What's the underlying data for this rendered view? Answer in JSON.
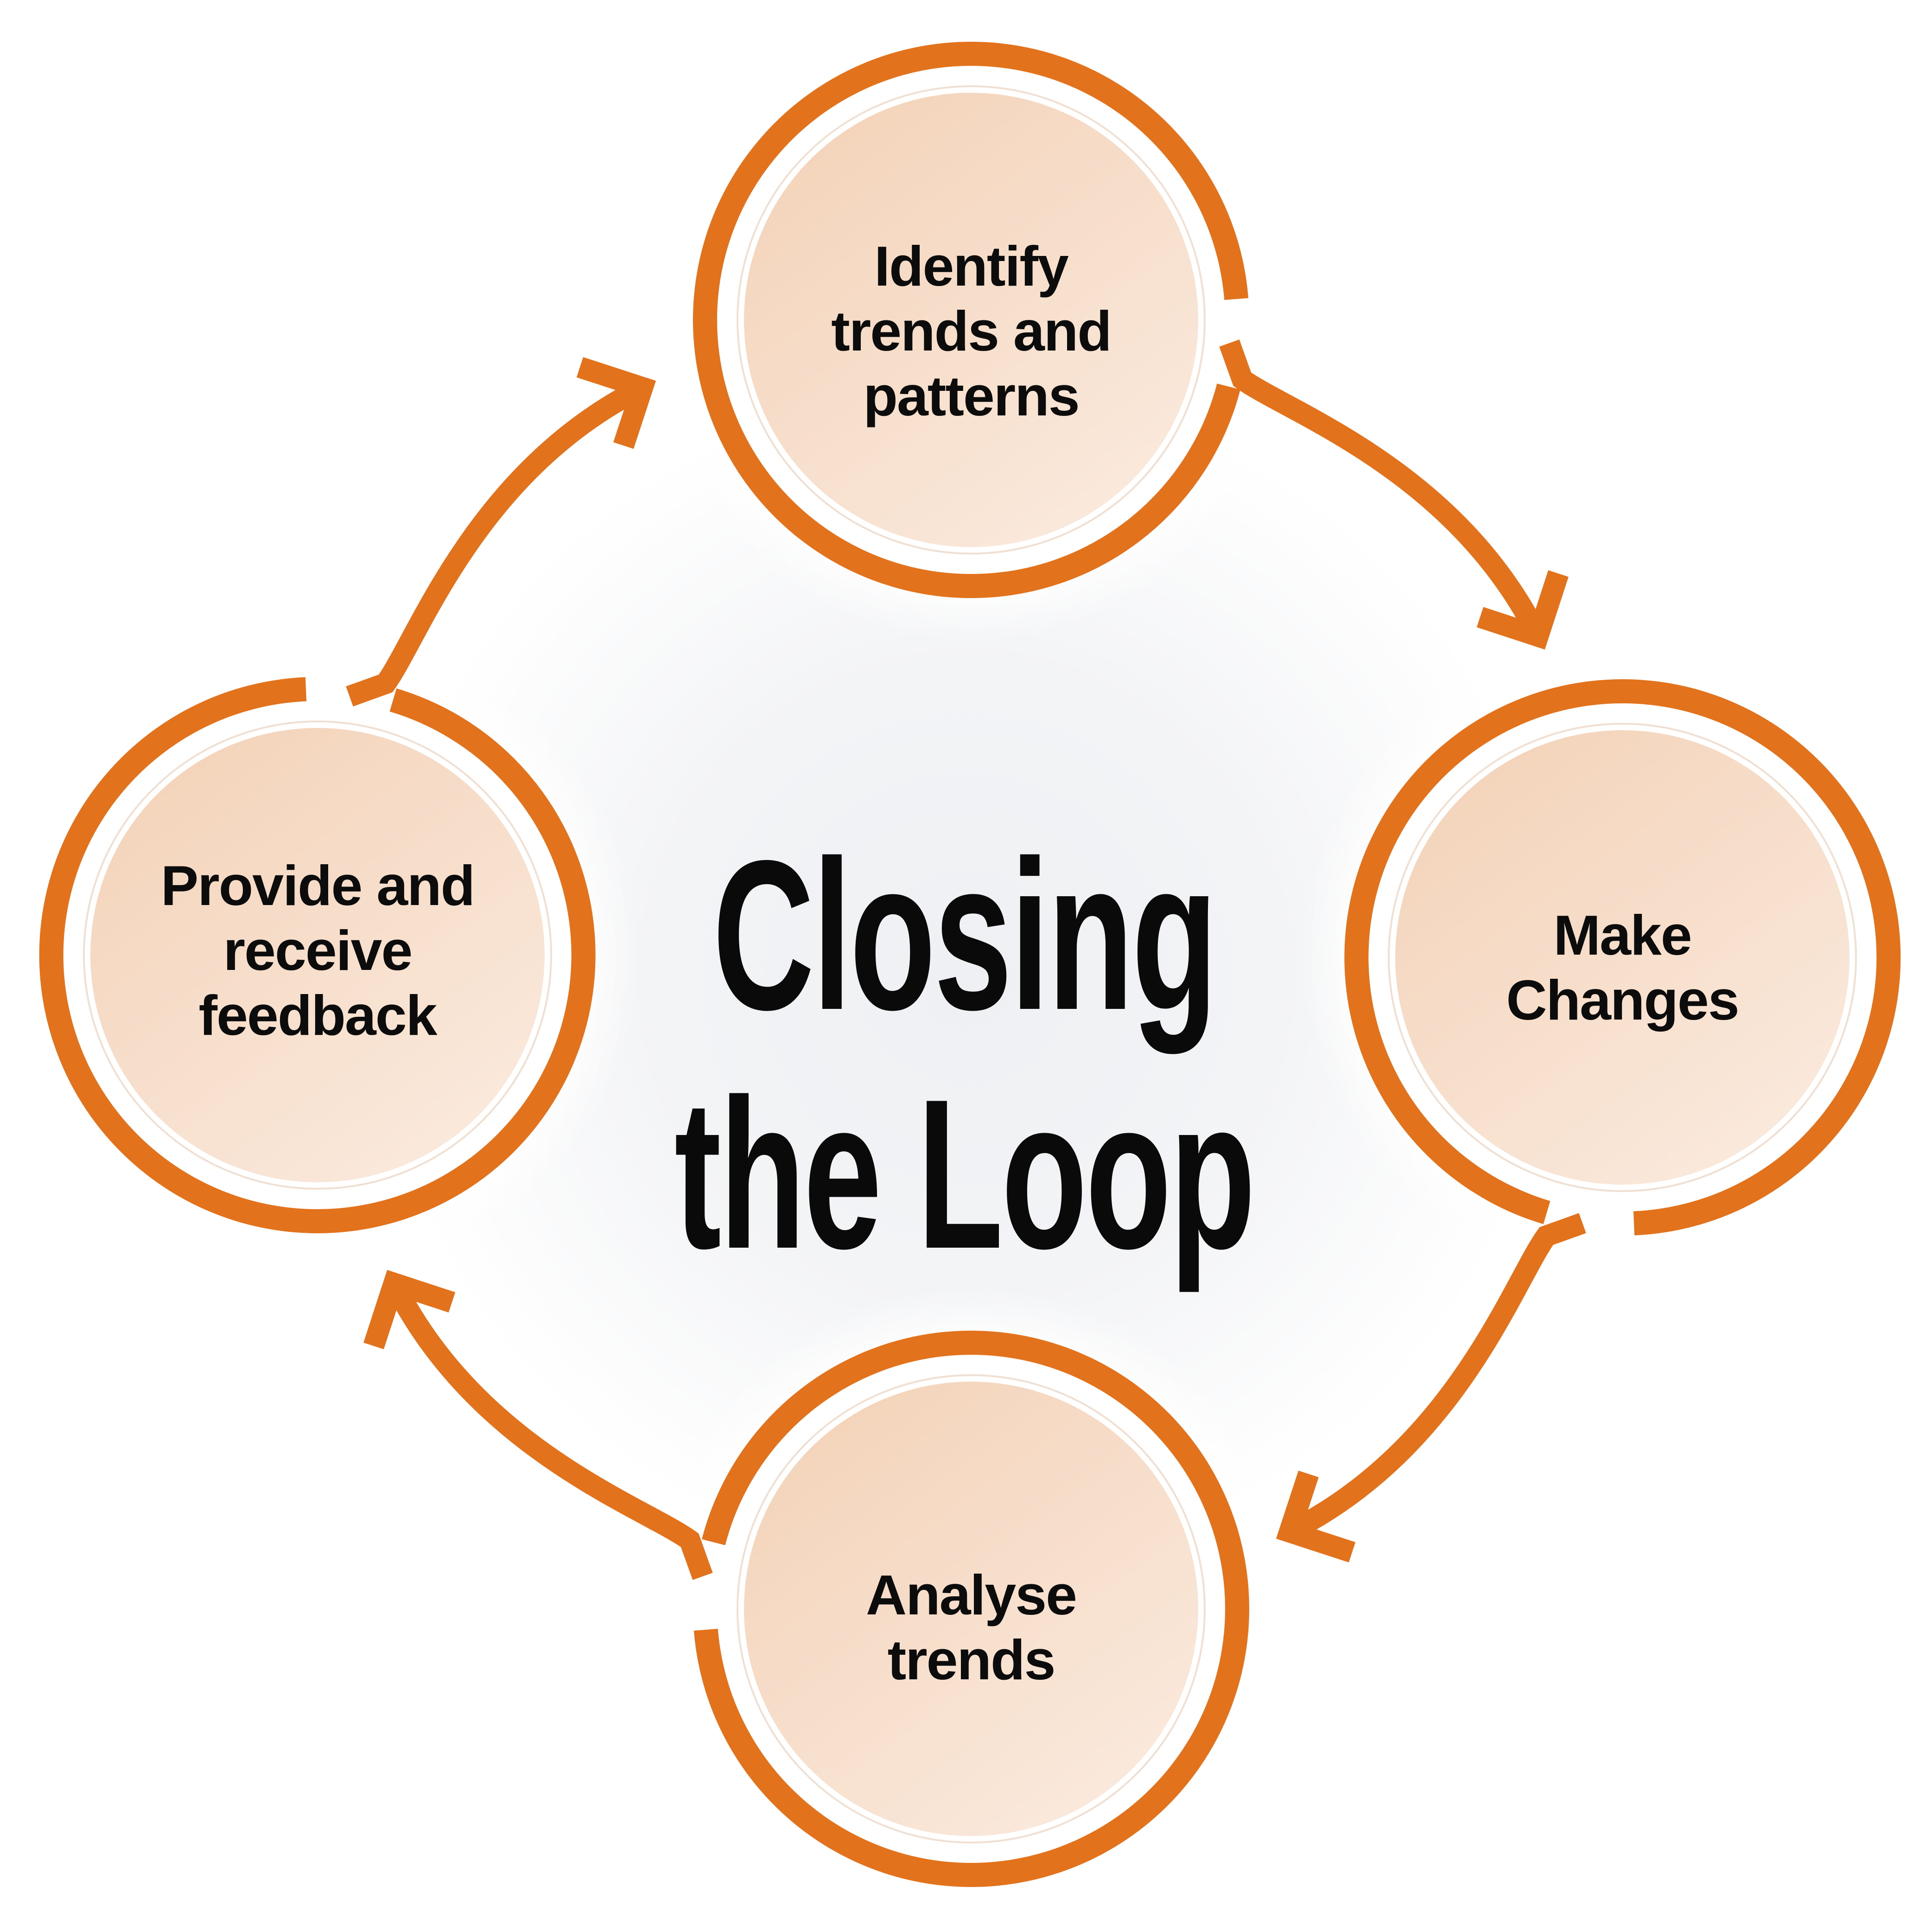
{
  "title": {
    "line1": "Closing",
    "line2": "the Loop"
  },
  "nodes": [
    {
      "id": "identify-trends-and-patterns",
      "lines": [
        "Identify",
        "trends and",
        "patterns"
      ]
    },
    {
      "id": "make-changes",
      "lines": [
        "Make",
        "Changes"
      ]
    },
    {
      "id": "analyse-trends",
      "lines": [
        "Analyse",
        "trends"
      ]
    },
    {
      "id": "provide-and-receive-feedback",
      "lines": [
        "Provide and",
        "receive",
        "feedback"
      ]
    }
  ],
  "cycle": {
    "direction": "clockwise",
    "arrows": [
      "identify-to-make-changes",
      "make-changes-to-analyse-trends",
      "analyse-trends-to-feedback",
      "feedback-to-identify"
    ],
    "arrow_icon": "curved-chevron-arrow-icon"
  },
  "colors": {
    "accent_orange": "#E2731C",
    "node_fill_dark": "#F3D1B6",
    "node_fill_light": "#FAE9DC",
    "text_black": "#0C0C0C",
    "background_tint": "#F2F3F5"
  }
}
